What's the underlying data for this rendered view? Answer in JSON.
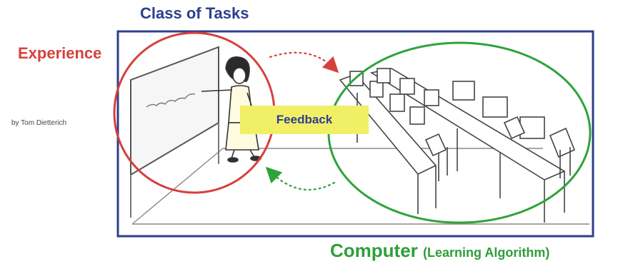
{
  "labels": {
    "title": "Class of Tasks",
    "experience": "Experience",
    "credit": "by Tom Dietterich",
    "feedback": "Feedback",
    "computer": "Computer",
    "computer_sub": "(Learning Algorithm)"
  },
  "colors": {
    "frame": "#2d3f8e",
    "experience_circle": "#d7403c",
    "computer_ellipse": "#2ea33b",
    "feedback_highlight": "#f1ef66",
    "arrow_top": "#d7403c",
    "arrow_bottom": "#2ea33b"
  },
  "icons": {
    "teacher": "teacher-at-board-illustration",
    "classroom": "classroom-desks-computers-illustration"
  }
}
